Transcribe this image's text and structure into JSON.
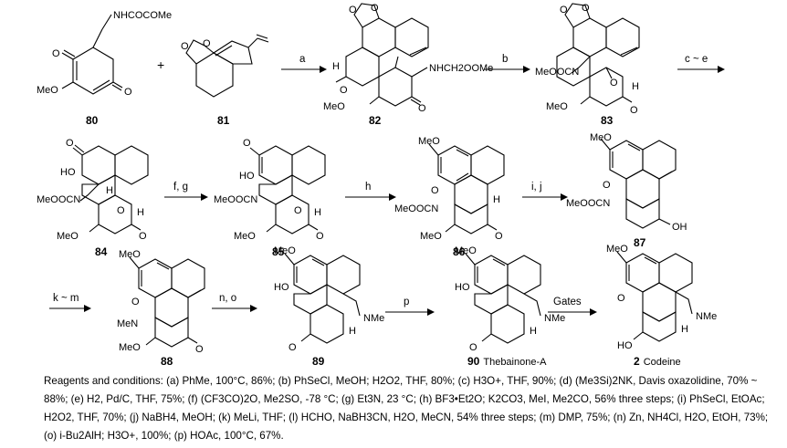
{
  "compounds": {
    "c80": {
      "number": "80",
      "labels": [
        "NHCOCOMe",
        "O",
        "MeO",
        "O"
      ]
    },
    "plus": "+",
    "c81": {
      "number": "81",
      "labels": [
        "O",
        "O"
      ]
    },
    "c82": {
      "number": "82",
      "labels": [
        "O",
        "O",
        "NHCH2OOMe",
        "H",
        "O",
        "MeO",
        "O"
      ]
    },
    "c83": {
      "number": "83",
      "labels": [
        "O",
        "O",
        "MeOOCN",
        "O",
        "H",
        "MeO",
        "O"
      ]
    },
    "c84": {
      "number": "84",
      "labels": [
        "O",
        "HO",
        "H",
        "MeOOCN",
        "O",
        "H",
        "MeO",
        "O"
      ]
    },
    "c85": {
      "number": "85",
      "labels": [
        "O",
        "HO",
        "MeOOCN",
        "O",
        "H",
        "MeO",
        "O"
      ]
    },
    "c86": {
      "number": "86",
      "labels": [
        "MeO",
        "O",
        "MeOOCN",
        "H",
        "MeO",
        "O"
      ]
    },
    "c87": {
      "number": "87",
      "labels": [
        "MeO",
        "O",
        "MeOOCN",
        "OH"
      ]
    },
    "c88": {
      "number": "88",
      "labels": [
        "MeO",
        "O",
        "MeN",
        "MeO",
        "O"
      ]
    },
    "c89": {
      "number": "89",
      "labels": [
        "MeO",
        "HO",
        "NMe",
        "H",
        "O"
      ]
    },
    "c90": {
      "number": "90",
      "name": "Thebainone-A",
      "labels": [
        "MeO",
        "HO",
        "NMe",
        "H",
        "O"
      ]
    },
    "c2": {
      "number": "2",
      "name": "Codeine",
      "labels": [
        "MeO",
        "O",
        "NMe",
        "H",
        "HO"
      ]
    }
  },
  "arrows": {
    "a": "a",
    "b": "b",
    "ce": "c ~ e",
    "fg": "f, g",
    "h": "h",
    "ij": "i, j",
    "km": "k ~ m",
    "no": "n, o",
    "p": "p",
    "gates": "Gates"
  },
  "caption": {
    "lead": "Reagents and conditions: ",
    "items": [
      {
        "key": "(a)",
        "text": " PhMe, 100°C, 86%; "
      },
      {
        "key": "(b)",
        "text": " PhSeCl, MeOH; H2O2, THF, 80%; "
      },
      {
        "key": "(c)",
        "text": " H3O+, THF, 90%; "
      },
      {
        "key": "(d)",
        "text": " (Me3Si)2NK, Davis oxazolidine, 70% ~ 88%; "
      },
      {
        "key": "(e)",
        "text": " H2, Pd/C, THF, 75%; "
      },
      {
        "key": "(f)",
        "text": " (CF3CO)2O, Me2SO, -78 °C; "
      },
      {
        "key": "(g)",
        "text": " Et3N, 23 °C; "
      },
      {
        "key": "(h)",
        "text": " BF3•Et2O; K2CO3, MeI, Me2CO, 56% three steps; "
      },
      {
        "key": "(i)",
        "text": " PhSeCl, EtOAc; H2O2, THF, 70%; "
      },
      {
        "key": "(j)",
        "text": " NaBH4, MeOH; "
      },
      {
        "key": "(k)",
        "text": " MeLi, THF; "
      },
      {
        "key": "(l)",
        "text": " HCHO, NaBH3CN, H2O, MeCN, 54% three steps; "
      },
      {
        "key": "(m)",
        "text": " DMP, 75%; "
      },
      {
        "key": "(n)",
        "text": " Zn, NH4Cl, H2O, EtOH, 73%; "
      },
      {
        "key": "(o)",
        "text": " i-Bu2AlH; H3O+, 100%; "
      },
      {
        "key": "(p)",
        "text": " HOAc, 100°C, 67%."
      }
    ]
  }
}
